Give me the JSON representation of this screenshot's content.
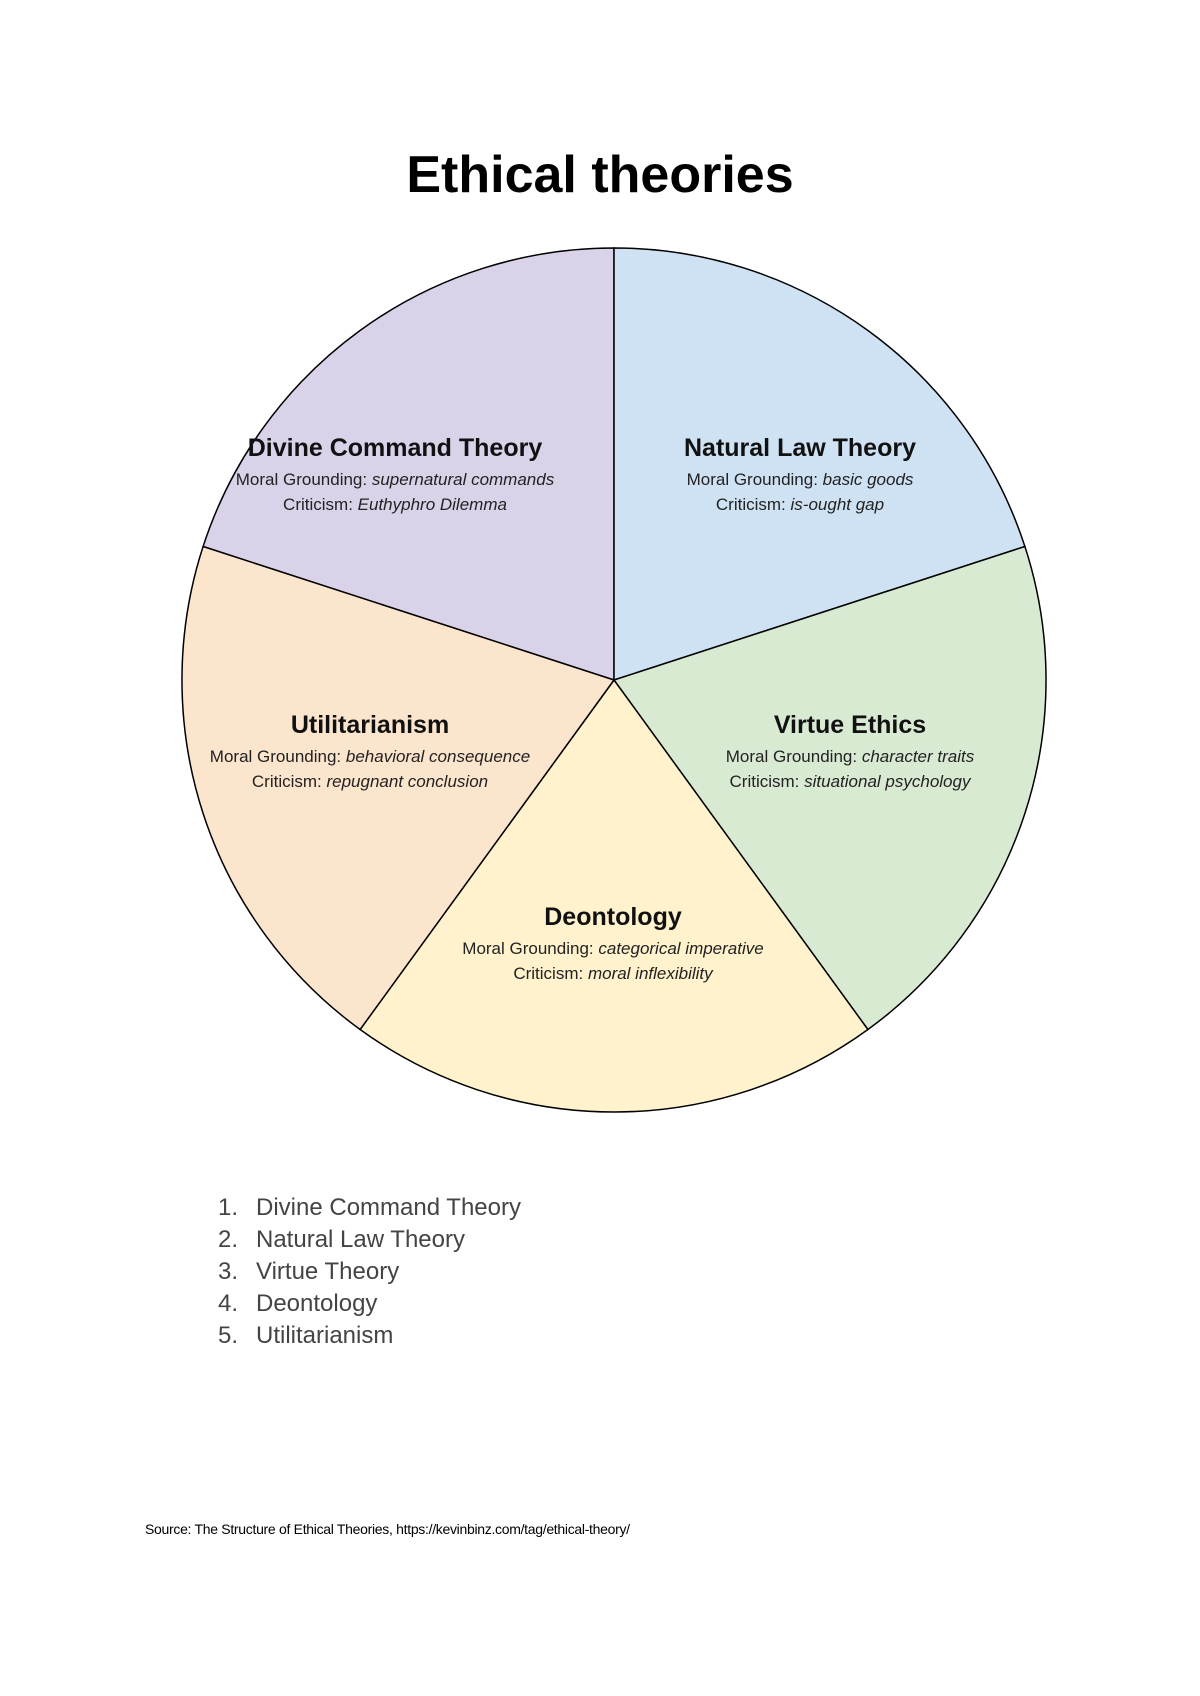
{
  "title": "Ethical theories",
  "wheel": {
    "segments": [
      {
        "name": "Divine Command Theory",
        "grounding_label": "Moral Grounding: ",
        "grounding": "supernatural commands",
        "criticism_label": "Criticism: ",
        "criticism": "Euthyphro Dilemma",
        "color": "#d9d2e9"
      },
      {
        "name": "Natural Law Theory",
        "grounding_label": "Moral Grounding: ",
        "grounding": "basic goods",
        "criticism_label": "Criticism: ",
        "criticism": "is-ought gap",
        "color": "#cfe2f3"
      },
      {
        "name": "Virtue Ethics",
        "grounding_label": "Moral Grounding: ",
        "grounding": "character traits",
        "criticism_label": "Criticism: ",
        "criticism": "situational psychology",
        "color": "#d9ead3"
      },
      {
        "name": "Deontology",
        "grounding_label": "Moral Grounding: ",
        "grounding": "categorical imperative",
        "criticism_label": "Criticism: ",
        "criticism": "moral inflexibility",
        "color": "#fff2cc"
      },
      {
        "name": "Utilitarianism",
        "grounding_label": "Moral Grounding: ",
        "grounding": "behavioral consequence",
        "criticism_label": "Criticism: ",
        "criticism": "repugnant conclusion",
        "color": "#fce5cd"
      }
    ],
    "outline_color": "#000000"
  },
  "legend": {
    "items": [
      {
        "num": "1.",
        "label": "Divine Command Theory"
      },
      {
        "num": "2.",
        "label": "Natural Law Theory"
      },
      {
        "num": "3.",
        "label": "Virtue Theory"
      },
      {
        "num": "4.",
        "label": "Deontology"
      },
      {
        "num": "5.",
        "label": "Utilitarianism"
      }
    ]
  },
  "source": "Source: The Structure of Ethical Theories, https://kevinbinz.com/tag/ethical-theory/"
}
